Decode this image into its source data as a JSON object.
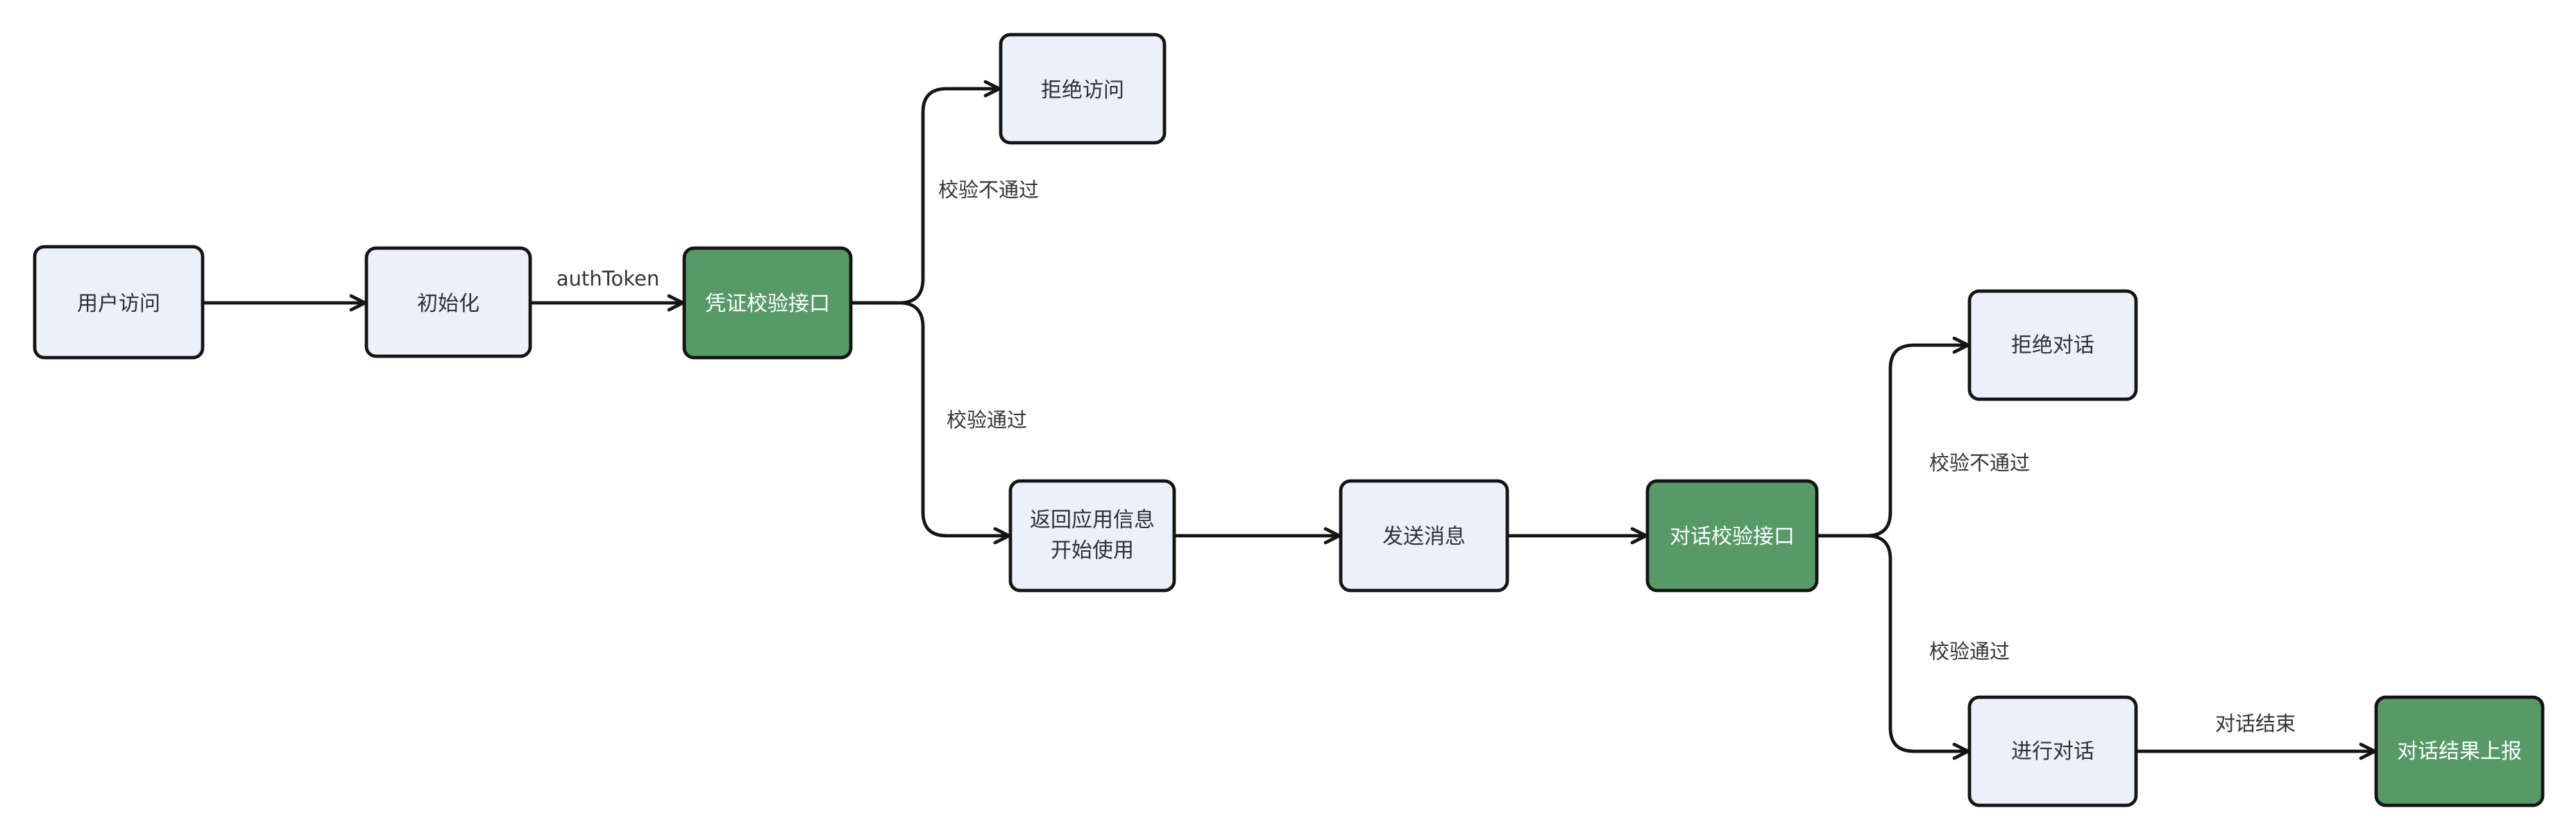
{
  "diagram": {
    "type": "flowchart-LR",
    "colors": {
      "node_fill": "#ecf0fa",
      "green_fill": "#579a68",
      "border_color": "#141414",
      "edge_color": "#141414",
      "text_color": "#2b3039",
      "green_text": "#ffffff",
      "label_color": "#333333",
      "bg": "#ffffff"
    },
    "nodes": [
      {
        "id": "user-access",
        "label": "用户访问",
        "variant": "default"
      },
      {
        "id": "init",
        "label": "初始化",
        "variant": "default"
      },
      {
        "id": "credential-check",
        "label": "凭证校验接口",
        "variant": "green"
      },
      {
        "id": "deny-access",
        "label": "拒绝访问",
        "variant": "default"
      },
      {
        "id": "return-app-info",
        "label": "返回应用信息 开始使用",
        "lines": [
          "返回应用信息",
          "开始使用"
        ],
        "variant": "default"
      },
      {
        "id": "send-message",
        "label": "发送消息",
        "variant": "default"
      },
      {
        "id": "dialog-check",
        "label": "对话校验接口",
        "variant": "green"
      },
      {
        "id": "deny-dialog",
        "label": "拒绝对话",
        "variant": "default"
      },
      {
        "id": "do-dialog",
        "label": "进行对话",
        "variant": "default"
      },
      {
        "id": "report-result",
        "label": "对话结果上报",
        "variant": "green"
      }
    ],
    "edges": [
      {
        "from": "user-access",
        "to": "init",
        "label": ""
      },
      {
        "from": "init",
        "to": "credential-check",
        "label": "authToken"
      },
      {
        "from": "credential-check",
        "to": "deny-access",
        "label": "校验不通过"
      },
      {
        "from": "credential-check",
        "to": "return-app-info",
        "label": "校验通过"
      },
      {
        "from": "return-app-info",
        "to": "send-message",
        "label": ""
      },
      {
        "from": "send-message",
        "to": "dialog-check",
        "label": ""
      },
      {
        "from": "dialog-check",
        "to": "deny-dialog",
        "label": "校验不通过"
      },
      {
        "from": "dialog-check",
        "to": "do-dialog",
        "label": "校验通过"
      },
      {
        "from": "do-dialog",
        "to": "report-result",
        "label": "对话结束"
      }
    ]
  }
}
